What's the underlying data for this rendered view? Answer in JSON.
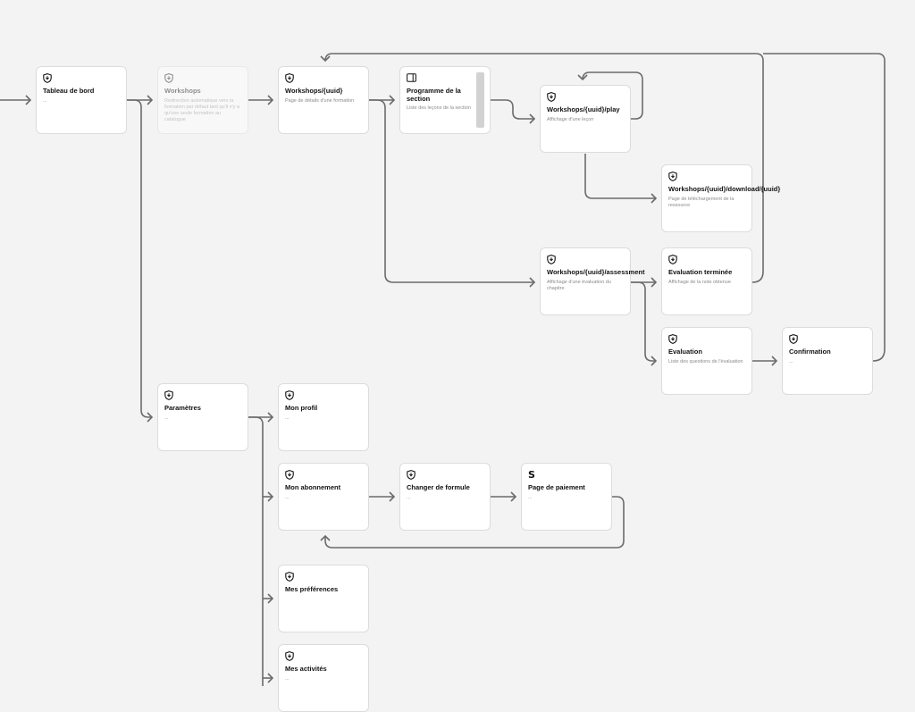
{
  "nodes": [
    {
      "id": "tableau",
      "name": "node-tableau-de-bord",
      "icon": "shield-icon",
      "title": "Tableau de bord",
      "desc": "..."
    },
    {
      "id": "workshops",
      "name": "node-workshops",
      "icon": "shield-icon",
      "title": "Workshops",
      "desc": "Redirection automatique vers la formation par défaut tant qu'il n'y a qu'une seule formation au catalogue"
    },
    {
      "id": "workshops_uuid",
      "name": "node-workshops-uuid",
      "icon": "shield-icon",
      "title": "Workshops/{uuid}",
      "desc": "Page de détails d'une formation"
    },
    {
      "id": "programme",
      "name": "node-programme-section",
      "icon": "panel-icon",
      "title": "Programme de la section",
      "desc": "Liste des leçons de la section"
    },
    {
      "id": "play",
      "name": "node-workshops-play",
      "icon": "shield-icon",
      "title": "Workshops/{uuid}/play",
      "desc": "Affichage d'une leçon"
    },
    {
      "id": "download",
      "name": "node-workshops-download",
      "icon": "shield-icon",
      "title": "Workshops/{uuid}/download/{uuid}",
      "desc": "Page de téléchargement de la ressource"
    },
    {
      "id": "assessment",
      "name": "node-workshops-assessment",
      "icon": "shield-icon",
      "title": "Workshops/{uuid}/assessment",
      "desc": "Affichage d'une évaluation du chapitre"
    },
    {
      "id": "eval_terminee",
      "name": "node-evaluation-terminee",
      "icon": "shield-icon",
      "title": "Evaluation terminée",
      "desc": "Affichage de la note obtenue"
    },
    {
      "id": "evaluation",
      "name": "node-evaluation",
      "icon": "shield-icon",
      "title": "Evaluation",
      "desc": "Liste des questions de l'évaluation"
    },
    {
      "id": "confirmation",
      "name": "node-confirmation",
      "icon": "shield-icon",
      "title": "Confirmation",
      "desc": "..."
    },
    {
      "id": "parametres",
      "name": "node-parametres",
      "icon": "shield-icon",
      "title": "Paramètres",
      "desc": "..."
    },
    {
      "id": "profil",
      "name": "node-mon-profil",
      "icon": "shield-icon",
      "title": "Mon profil",
      "desc": "..."
    },
    {
      "id": "abonnement",
      "name": "node-mon-abonnement",
      "icon": "shield-icon",
      "title": "Mon abonnement",
      "desc": "..."
    },
    {
      "id": "formule",
      "name": "node-changer-formule",
      "icon": "shield-icon",
      "title": "Changer de formule",
      "desc": "..."
    },
    {
      "id": "paiement",
      "name": "node-page-paiement",
      "icon": "stripe-icon",
      "icon_text": "S",
      "title": "Page de paiement",
      "desc": "..."
    },
    {
      "id": "preferences",
      "name": "node-mes-preferences",
      "icon": "shield-icon",
      "title": "Mes préférences",
      "desc": ""
    },
    {
      "id": "activites",
      "name": "node-mes-activites",
      "icon": "shield-icon",
      "title": "Mes activités",
      "desc": "..."
    }
  ],
  "colors": {
    "background": "#f3f3f3",
    "card": "#ffffff",
    "edge": "#6b6b6b"
  }
}
